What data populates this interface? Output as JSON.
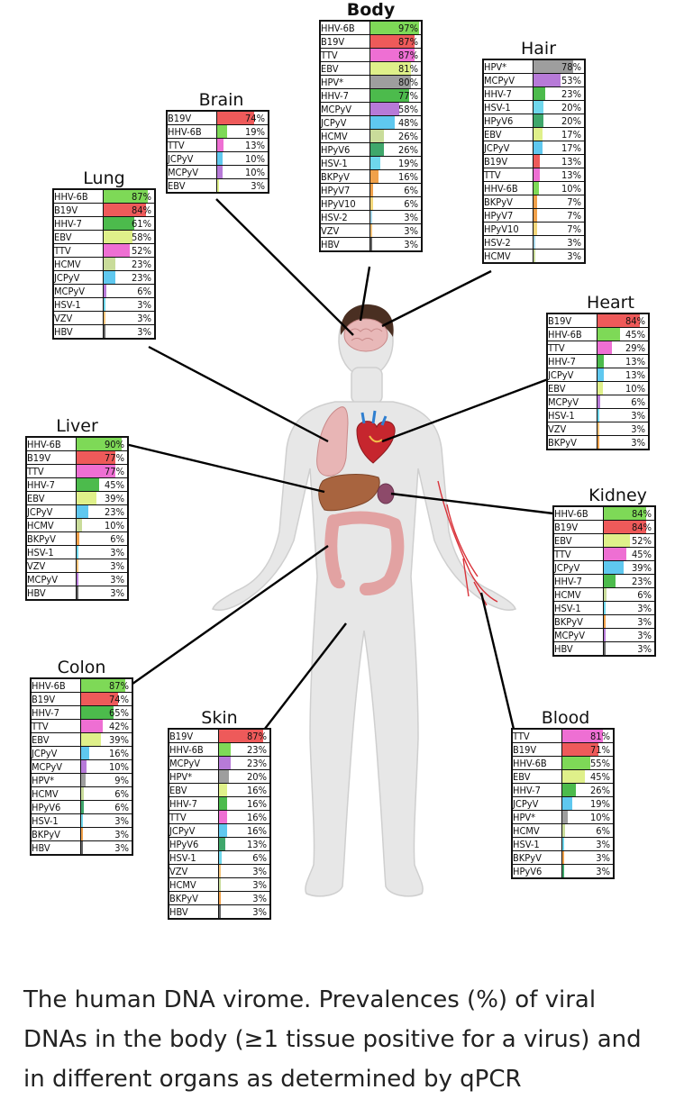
{
  "caption": "The human DNA virome. Prevalences (%) of viral DNAs in the body (≥1 tissue positive for a virus)",
  "caption_cut": "and in different organs as determined by qPCR",
  "virus_colors": {
    "HHV-6B": "#7ed957",
    "B19V": "#ee5a5a",
    "TTV": "#ee6fd3",
    "EBV": "#dff08a",
    "HPV*": "#9e9e9e",
    "HHV-7": "#4cbb4c",
    "MCPyV": "#b77ad8",
    "JCPyV": "#5fc8ef",
    "HCMV": "#c9dc9a",
    "HPyV6": "#3fa76b",
    "HSV-1": "#6fd7ec",
    "BKPyV": "#f0a14a",
    "HPyV7": "#f0a14a",
    "HPyV10": "#f3d77a",
    "HSV-2": "#a8d8ea",
    "VZV": "#f3c37a",
    "HBV": "#666666"
  },
  "panels": [
    {
      "id": "body",
      "title": "Body",
      "rows": [
        [
          "HHV-6B",
          97
        ],
        [
          "B19V",
          87
        ],
        [
          "TTV",
          87
        ],
        [
          "EBV",
          81
        ],
        [
          "HPV*",
          80
        ],
        [
          "HHV-7",
          77
        ],
        [
          "MCPyV",
          58
        ],
        [
          "JCPyV",
          48
        ],
        [
          "HCMV",
          26
        ],
        [
          "HPyV6",
          26
        ],
        [
          "HSV-1",
          19
        ],
        [
          "BKPyV",
          16
        ],
        [
          "HPyV7",
          6
        ],
        [
          "HPyV10",
          6
        ],
        [
          "HSV-2",
          3
        ],
        [
          "VZV",
          3
        ],
        [
          "HBV",
          3
        ]
      ]
    },
    {
      "id": "hair",
      "title": "Hair",
      "rows": [
        [
          "HPV*",
          78
        ],
        [
          "MCPyV",
          53
        ],
        [
          "HHV-7",
          23
        ],
        [
          "HSV-1",
          20
        ],
        [
          "HPyV6",
          20
        ],
        [
          "EBV",
          17
        ],
        [
          "JCPyV",
          17
        ],
        [
          "B19V",
          13
        ],
        [
          "TTV",
          13
        ],
        [
          "HHV-6B",
          10
        ],
        [
          "BKPyV",
          7
        ],
        [
          "HPyV7",
          7
        ],
        [
          "HPyV10",
          7
        ],
        [
          "HSV-2",
          3
        ],
        [
          "HCMV",
          3
        ]
      ]
    },
    {
      "id": "brain",
      "title": "Brain",
      "rows": [
        [
          "B19V",
          74
        ],
        [
          "HHV-6B",
          19
        ],
        [
          "TTV",
          13
        ],
        [
          "JCPyV",
          10
        ],
        [
          "MCPyV",
          10
        ],
        [
          "EBV",
          3
        ]
      ]
    },
    {
      "id": "lung",
      "title": "Lung",
      "rows": [
        [
          "HHV-6B",
          87
        ],
        [
          "B19V",
          84
        ],
        [
          "HHV-7",
          61
        ],
        [
          "EBV",
          58
        ],
        [
          "TTV",
          52
        ],
        [
          "HCMV",
          23
        ],
        [
          "JCPyV",
          23
        ],
        [
          "MCPyV",
          6
        ],
        [
          "HSV-1",
          3
        ],
        [
          "VZV",
          3
        ],
        [
          "HBV",
          3
        ]
      ]
    },
    {
      "id": "heart",
      "title": "Heart",
      "rows": [
        [
          "B19V",
          84
        ],
        [
          "HHV-6B",
          45
        ],
        [
          "TTV",
          29
        ],
        [
          "HHV-7",
          13
        ],
        [
          "JCPyV",
          13
        ],
        [
          "EBV",
          10
        ],
        [
          "MCPyV",
          6
        ],
        [
          "HSV-1",
          3
        ],
        [
          "VZV",
          3
        ],
        [
          "BKPyV",
          3
        ]
      ]
    },
    {
      "id": "liver",
      "title": "Liver",
      "rows": [
        [
          "HHV-6B",
          90
        ],
        [
          "B19V",
          77
        ],
        [
          "TTV",
          77
        ],
        [
          "HHV-7",
          45
        ],
        [
          "EBV",
          39
        ],
        [
          "JCPyV",
          23
        ],
        [
          "HCMV",
          10
        ],
        [
          "BKPyV",
          6
        ],
        [
          "HSV-1",
          3
        ],
        [
          "VZV",
          3
        ],
        [
          "MCPyV",
          3
        ],
        [
          "HBV",
          3
        ]
      ]
    },
    {
      "id": "kidney",
      "title": "Kidney",
      "rows": [
        [
          "HHV-6B",
          84
        ],
        [
          "B19V",
          84
        ],
        [
          "EBV",
          52
        ],
        [
          "TTV",
          45
        ],
        [
          "JCPyV",
          39
        ],
        [
          "HHV-7",
          23
        ],
        [
          "HCMV",
          6
        ],
        [
          "HSV-1",
          3
        ],
        [
          "BKPyV",
          3
        ],
        [
          "MCPyV",
          3
        ],
        [
          "HBV",
          3
        ]
      ]
    },
    {
      "id": "colon",
      "title": "Colon",
      "rows": [
        [
          "HHV-6B",
          87
        ],
        [
          "B19V",
          74
        ],
        [
          "HHV-7",
          65
        ],
        [
          "TTV",
          42
        ],
        [
          "EBV",
          39
        ],
        [
          "JCPyV",
          16
        ],
        [
          "MCPyV",
          10
        ],
        [
          "HPV*",
          9
        ],
        [
          "HCMV",
          6
        ],
        [
          "HPyV6",
          6
        ],
        [
          "HSV-1",
          3
        ],
        [
          "BKPyV",
          3
        ],
        [
          "HBV",
          3
        ]
      ]
    },
    {
      "id": "skin",
      "title": "Skin",
      "rows": [
        [
          "B19V",
          87
        ],
        [
          "HHV-6B",
          23
        ],
        [
          "MCPyV",
          23
        ],
        [
          "HPV*",
          20
        ],
        [
          "EBV",
          16
        ],
        [
          "HHV-7",
          16
        ],
        [
          "TTV",
          16
        ],
        [
          "JCPyV",
          16
        ],
        [
          "HPyV6",
          13
        ],
        [
          "HSV-1",
          6
        ],
        [
          "VZV",
          3
        ],
        [
          "HCMV",
          3
        ],
        [
          "BKPyV",
          3
        ],
        [
          "HBV",
          3
        ]
      ]
    },
    {
      "id": "blood",
      "title": "Blood",
      "rows": [
        [
          "TTV",
          81
        ],
        [
          "B19V",
          71
        ],
        [
          "HHV-6B",
          55
        ],
        [
          "EBV",
          45
        ],
        [
          "HHV-7",
          26
        ],
        [
          "JCPyV",
          19
        ],
        [
          "HPV*",
          10
        ],
        [
          "HCMV",
          6
        ],
        [
          "HSV-1",
          3
        ],
        [
          "BKPyV",
          3
        ],
        [
          "HPyV6",
          3
        ]
      ]
    }
  ]
}
